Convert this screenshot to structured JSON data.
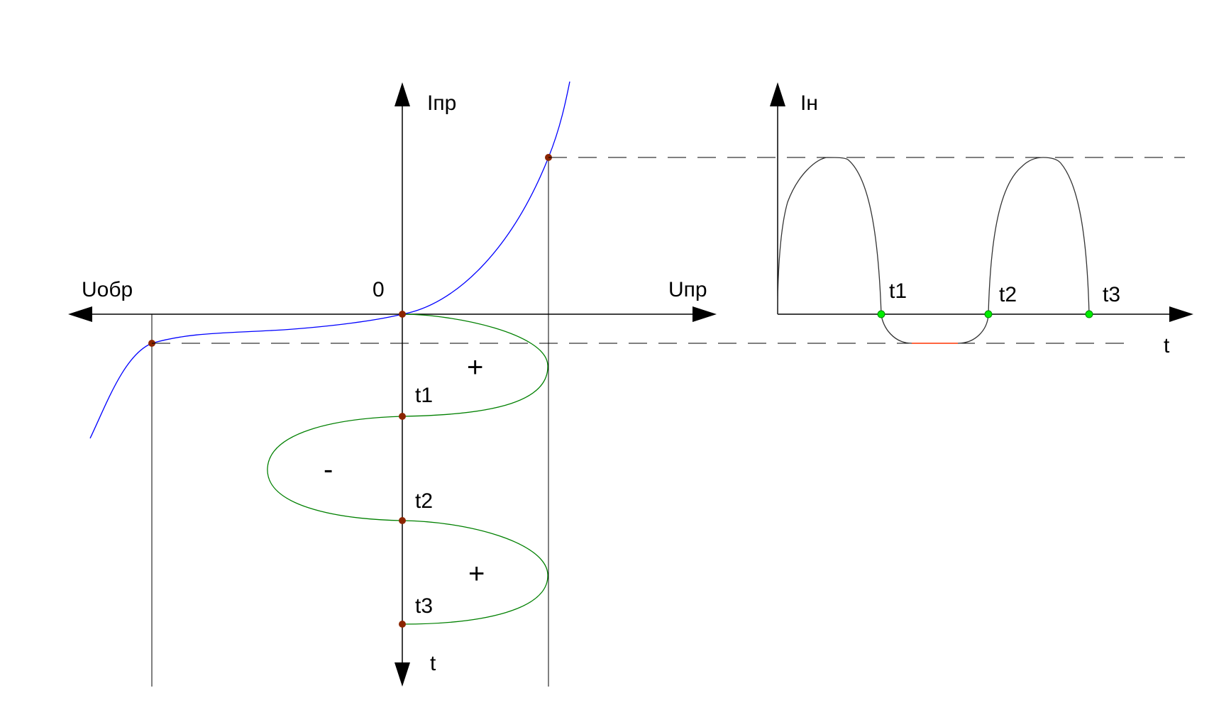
{
  "left_graph": {
    "y_axis_label": "Iпр",
    "x_pos_label": "Uпр",
    "x_neg_label": "Uобр",
    "origin_label": "0",
    "time_axis_label": "t",
    "time_marks": [
      "t1",
      "t2",
      "t3"
    ],
    "half_wave_signs": [
      "+",
      "-",
      "+"
    ]
  },
  "right_graph": {
    "y_axis_label": "Iн",
    "x_axis_label": "t",
    "time_marks": [
      "t1",
      "t2",
      "t3"
    ]
  },
  "colors": {
    "axes": "#000000",
    "iv_curve": "#0000ff",
    "input_signal": "#008000",
    "output_signal": "#000000",
    "reverse_current_segment": "#ff3300",
    "left_points": "#8b2500",
    "right_points": "#00ee00",
    "guides": "#000000"
  }
}
